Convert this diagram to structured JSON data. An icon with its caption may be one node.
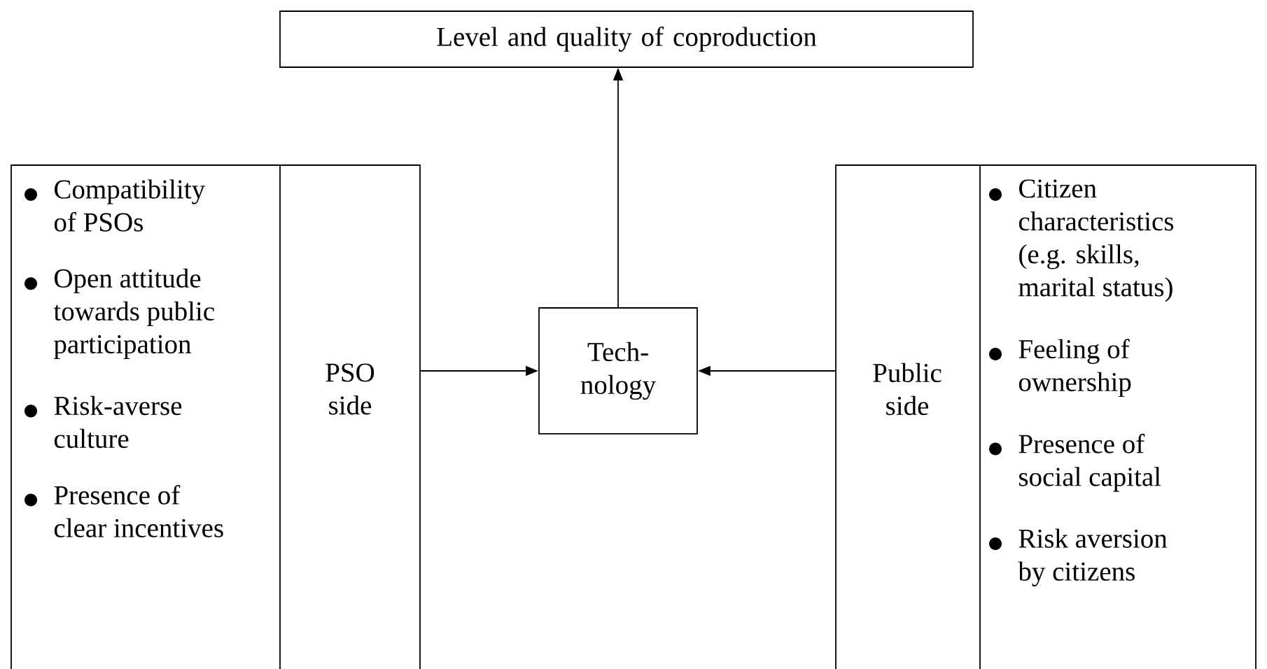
{
  "diagram": {
    "nodes": [
      {
        "text": [
          "Level and quality of coproduction"
        ]
      },
      {
        "text": [
          "PSO side"
        ]
      },
      {
        "text": [
          "Compatibility of PSOs",
          "Open attitude towards public participation",
          "Risk-averse culture",
          "Presence of clear incentives"
        ],
        "in": 1
      },
      {
        "text": [
          "Tech- nology"
        ]
      },
      {
        "text": [
          "Public side"
        ]
      },
      {
        "text": [
          "Citizen characteristics (e.g. skills, marital status)",
          "Feeling of ownership",
          "Presence of social capital",
          "Risk aversion by citizens"
        ],
        "in": 4
      }
    ],
    "edges": [
      {
        "from": 3,
        "to": 0,
        "arrow": "to"
      },
      {
        "from": 1,
        "to": 3,
        "arrow": "to"
      },
      {
        "from": 4,
        "to": 3,
        "arrow": "to"
      }
    ]
  }
}
